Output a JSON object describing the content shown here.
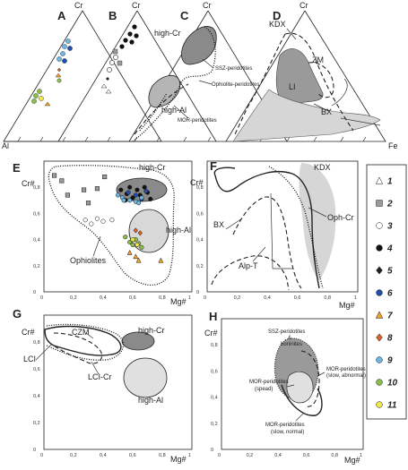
{
  "panels": {
    "A": "A",
    "B": "B",
    "C": "C",
    "D": "D",
    "E": "E",
    "F": "F",
    "G": "G",
    "H": "H"
  },
  "ternary": {
    "apex_top": "Cr",
    "apex_left": "Al",
    "apex_right": "Fe"
  },
  "fields": {
    "high_cr": "high-Cr",
    "high_al": "high-Al",
    "ssz": "SSZ-peridotites",
    "ophiolite_perid": "Ophiolite-peridotites",
    "mor": "MOR-peridotites",
    "kdx": "KDX",
    "zm": "ZM",
    "li": "LI",
    "bx": "BX",
    "ophiolites": "Ophiolites",
    "oph_cr": "Oph-Cr",
    "alp_t": "Alp-T",
    "czm": "CZM",
    "lci": "LCI",
    "lci_cr": "LCI-Cr",
    "h_ssz_1": "SSZ-peridotites",
    "h_ssz_2": "&",
    "h_ssz_3": "boninites",
    "h_mor_slow_ab_1": "MOR-peridotites",
    "h_mor_slow_ab_2": "(slow, abnormal)",
    "h_mor_fast_1": "MOR-peridotites",
    "h_mor_fast_2": "(spead)",
    "h_mor_slow_n_1": "MOR-peridotites",
    "h_mor_slow_n_2": "(slow, normal)"
  },
  "axes": {
    "y_label": "Cr#",
    "x_label": "Mg#",
    "y_ticks": [
      "0",
      "0,2",
      "0,4",
      "0,6",
      "0,8"
    ],
    "x_ticks": [
      "0",
      "0,2",
      "0,4",
      "0,6",
      "0,8",
      "1"
    ],
    "range": [
      0,
      1
    ]
  },
  "legend": {
    "items": [
      {
        "num": "1",
        "shape": "triangle-open",
        "color": "#ffffff"
      },
      {
        "num": "2",
        "shape": "square",
        "color": "#9a9a9a"
      },
      {
        "num": "3",
        "shape": "circle-open",
        "color": "#ffffff"
      },
      {
        "num": "4",
        "shape": "circle",
        "color": "#111111"
      },
      {
        "num": "5",
        "shape": "diamond",
        "color": "#222222"
      },
      {
        "num": "6",
        "shape": "circle",
        "color": "#1f4fa8"
      },
      {
        "num": "7",
        "shape": "triangle",
        "color": "#f2a22a"
      },
      {
        "num": "8",
        "shape": "diamond",
        "color": "#d9632c"
      },
      {
        "num": "9",
        "shape": "circle",
        "color": "#6fb7e3"
      },
      {
        "num": "10",
        "shape": "circle",
        "color": "#8cbf4a"
      },
      {
        "num": "11",
        "shape": "circle",
        "color": "#f2e94b"
      }
    ]
  },
  "chart_data": [
    {
      "type": "scatter",
      "panel": "E",
      "xlabel": "Mg#",
      "ylabel": "Cr#",
      "xlim": [
        0,
        1
      ],
      "ylim": [
        0,
        1
      ],
      "series": [
        {
          "group": "2",
          "points": [
            [
              0.07,
              0.89
            ],
            [
              0.12,
              0.85
            ],
            [
              0.16,
              0.74
            ],
            [
              0.27,
              0.78
            ],
            [
              0.3,
              0.68
            ],
            [
              0.36,
              0.79
            ],
            [
              0.41,
              0.88
            ]
          ]
        },
        {
          "group": "3",
          "points": [
            [
              0.28,
              0.55
            ],
            [
              0.32,
              0.52
            ],
            [
              0.36,
              0.56
            ],
            [
              0.4,
              0.54
            ],
            [
              0.46,
              0.55
            ]
          ]
        },
        {
          "group": "4",
          "points": [
            [
              0.52,
              0.78
            ],
            [
              0.56,
              0.75
            ],
            [
              0.58,
              0.8
            ],
            [
              0.6,
              0.72
            ],
            [
              0.63,
              0.78
            ],
            [
              0.65,
              0.74
            ],
            [
              0.68,
              0.8
            ],
            [
              0.7,
              0.76
            ],
            [
              0.72,
              0.71
            ],
            [
              0.55,
              0.7
            ]
          ]
        },
        {
          "group": "6",
          "points": [
            [
              0.57,
              0.76
            ],
            [
              0.62,
              0.74
            ],
            [
              0.66,
              0.71
            ],
            [
              0.69,
              0.77
            ]
          ]
        },
        {
          "group": "7",
          "points": [
            [
              0.58,
              0.3
            ],
            [
              0.62,
              0.27
            ],
            [
              0.64,
              0.24
            ],
            [
              0.79,
              0.24
            ]
          ]
        },
        {
          "group": "8",
          "points": [
            [
              0.62,
              0.47
            ],
            [
              0.65,
              0.45
            ]
          ]
        },
        {
          "group": "9",
          "points": [
            [
              0.5,
              0.74
            ],
            [
              0.53,
              0.72
            ],
            [
              0.54,
              0.7
            ],
            [
              0.58,
              0.7
            ],
            [
              0.62,
              0.69
            ],
            [
              0.64,
              0.68
            ],
            [
              0.66,
              0.72
            ]
          ]
        },
        {
          "group": "10",
          "points": [
            [
              0.55,
              0.42
            ],
            [
              0.58,
              0.38
            ],
            [
              0.6,
              0.36
            ],
            [
              0.62,
              0.4
            ],
            [
              0.64,
              0.37
            ],
            [
              0.66,
              0.34
            ]
          ]
        },
        {
          "group": "11",
          "points": [
            [
              0.6,
              0.4
            ],
            [
              0.63,
              0.36
            ]
          ]
        }
      ]
    }
  ]
}
